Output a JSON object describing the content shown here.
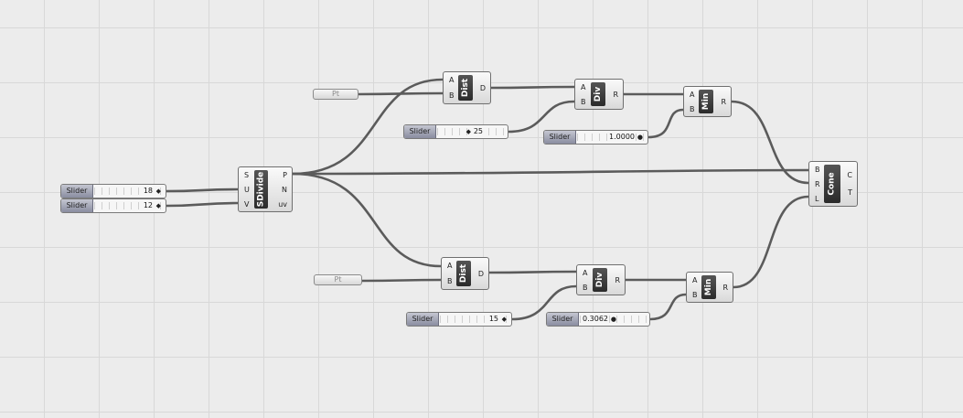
{
  "colors": {
    "canvas": "#ececec",
    "grid": "#d8d8d8",
    "wire": "#5b5b5b",
    "component_core": "#333333",
    "slider_label": "#a8aab8"
  },
  "icons": {
    "slider_knob": "diamond",
    "slider_knob_float": "circle"
  },
  "components": {
    "sdivide": {
      "title": "SDivide",
      "inputs": [
        "S",
        "U",
        "V"
      ],
      "outputs": [
        "P",
        "N",
        "uv"
      ]
    },
    "dist1": {
      "title": "Dist",
      "inputs": [
        "A",
        "B"
      ],
      "outputs": [
        "D"
      ]
    },
    "dist2": {
      "title": "Dist",
      "inputs": [
        "A",
        "B"
      ],
      "outputs": [
        "D"
      ]
    },
    "div1": {
      "title": "Div",
      "inputs": [
        "A",
        "B"
      ],
      "outputs": [
        "R"
      ]
    },
    "div2": {
      "title": "Div",
      "inputs": [
        "A",
        "B"
      ],
      "outputs": [
        "R"
      ]
    },
    "min1": {
      "title": "Min",
      "inputs": [
        "A",
        "B"
      ],
      "outputs": [
        "R"
      ]
    },
    "min2": {
      "title": "Min",
      "inputs": [
        "A",
        "B"
      ],
      "outputs": [
        "R"
      ]
    },
    "cone": {
      "title": "Cone",
      "inputs": [
        "B",
        "R",
        "L"
      ],
      "outputs": [
        "C",
        "T"
      ]
    }
  },
  "points": {
    "pt1": {
      "label": "Pt"
    },
    "pt2": {
      "label": "Pt"
    }
  },
  "sliders": {
    "u": {
      "label": "Slider",
      "value": "18",
      "knob": "◆"
    },
    "v": {
      "label": "Slider",
      "value": "12",
      "knob": "◆"
    },
    "div_b1": {
      "label": "Slider",
      "value": "25",
      "knob": "◆"
    },
    "min_b1": {
      "label": "Slider",
      "value": "1.0000",
      "knob": "●"
    },
    "div_b2": {
      "label": "Slider",
      "value": "15",
      "knob": "◆"
    },
    "min_b2": {
      "label": "Slider",
      "value": "0.3062",
      "knob": "●"
    }
  }
}
